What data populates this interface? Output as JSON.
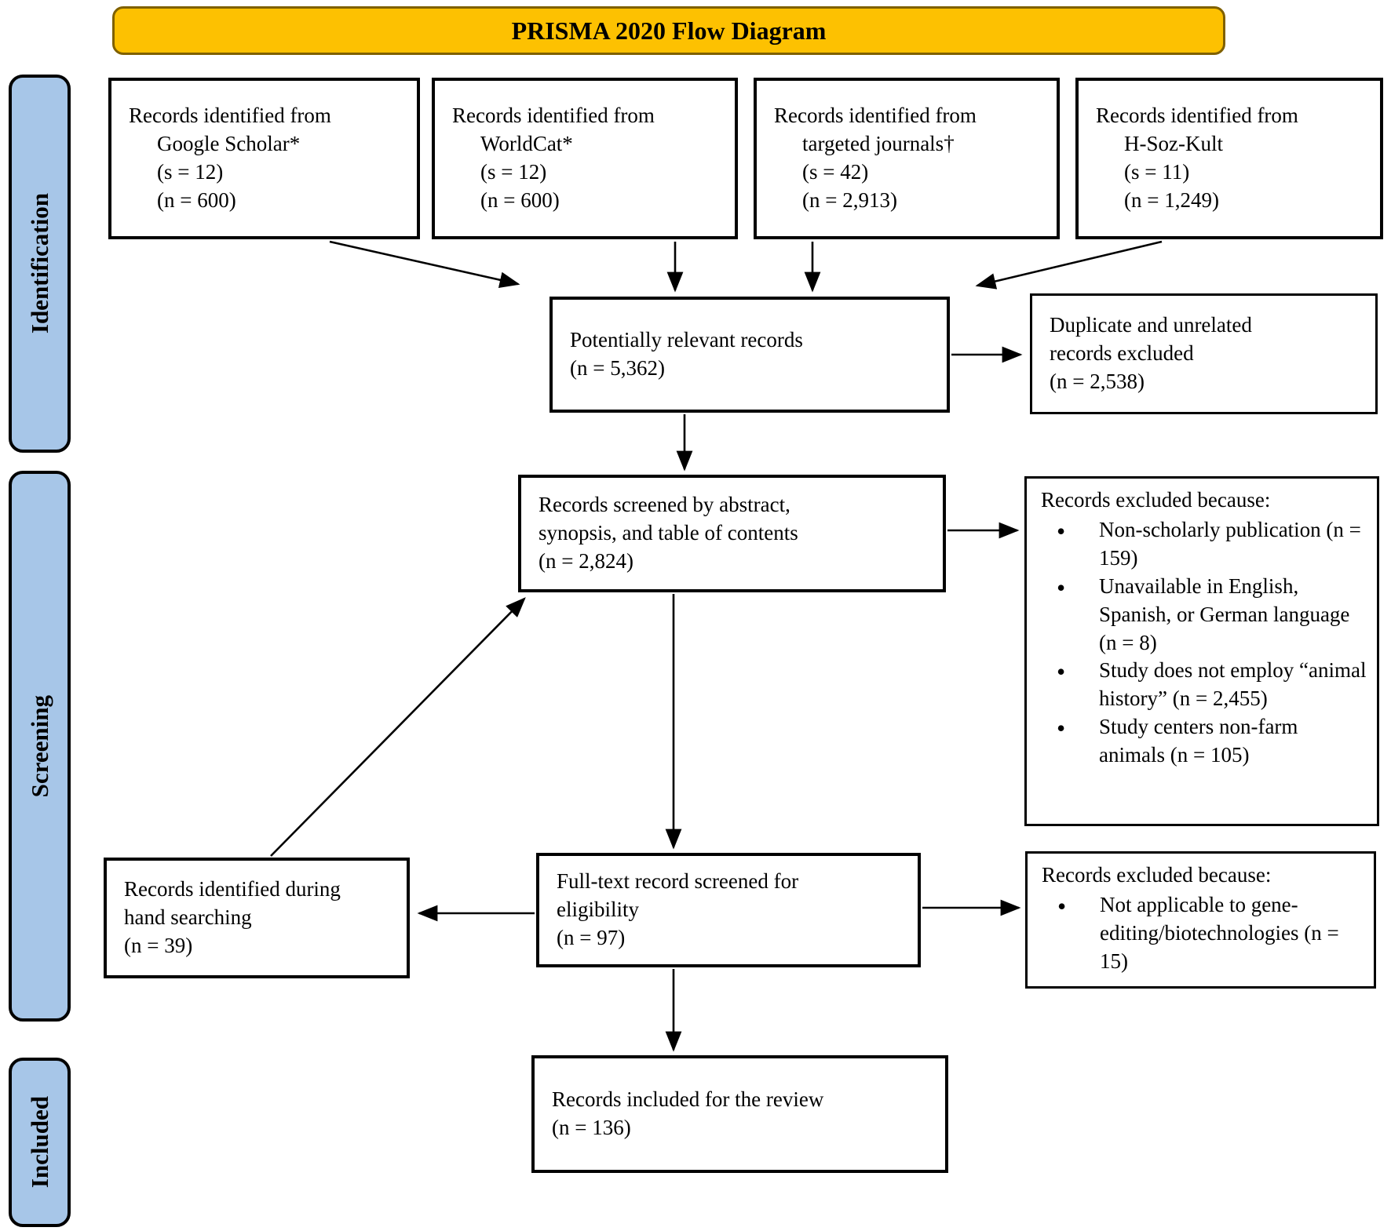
{
  "title": "PRISMA 2020 Flow Diagram",
  "colors": {
    "header_bg": "#FDC101",
    "header_border": "#7F6000",
    "stage_bg": "#A7C6E8",
    "line_color": "#000000"
  },
  "stages": {
    "identification": "Identification",
    "screening": "Screening",
    "included": "Included"
  },
  "top_boxes": [
    {
      "line1": "Records identified from",
      "line2": "Google Scholar*",
      "s": "(s = 12)",
      "n": "(n = 600)"
    },
    {
      "line1": "Records identified from",
      "line2": "WorldCat*",
      "s": "(s = 12)",
      "n": "(n = 600)"
    },
    {
      "line1": "Records identified from",
      "line2": "targeted journals†",
      "s": "(s = 42)",
      "n": "(n = 2,913)"
    },
    {
      "line1": "Records identified from",
      "line2": "H-Soz-Kult",
      "s": "(s = 11)",
      "n": "(n = 1,249)"
    }
  ],
  "potentially": {
    "line1": "Potentially relevant records",
    "n": "(n = 5,362)"
  },
  "dup_excluded": {
    "line1": "Duplicate and unrelated",
    "line2": "records excluded",
    "n": "(n = 2,538)"
  },
  "screened": {
    "line1": "Records screened by abstract,",
    "line2": "synopsis, and table of contents",
    "n": "(n = 2,824)"
  },
  "excluded1": {
    "header": "Records excluded because:",
    "items": [
      "Non-scholarly publication (n = 159)",
      "Unavailable in English, Spanish, or German language (n = 8)",
      "Study does not employ “animal history” (n = 2,455)",
      "Study centers non-farm animals (n = 105)"
    ]
  },
  "hand_search": {
    "line1": "Records identified during",
    "line2": "hand searching",
    "n": "(n = 39)"
  },
  "fulltext": {
    "line1": "Full-text record screened for",
    "line2": "eligibility",
    "n": "(n = 97)"
  },
  "excluded2": {
    "header": "Records excluded because:",
    "items": [
      "Not applicable to gene-editing/biotechnologies (n = 15)"
    ]
  },
  "included_box": {
    "line1": "Records included for the review",
    "n": "(n = 136)"
  }
}
